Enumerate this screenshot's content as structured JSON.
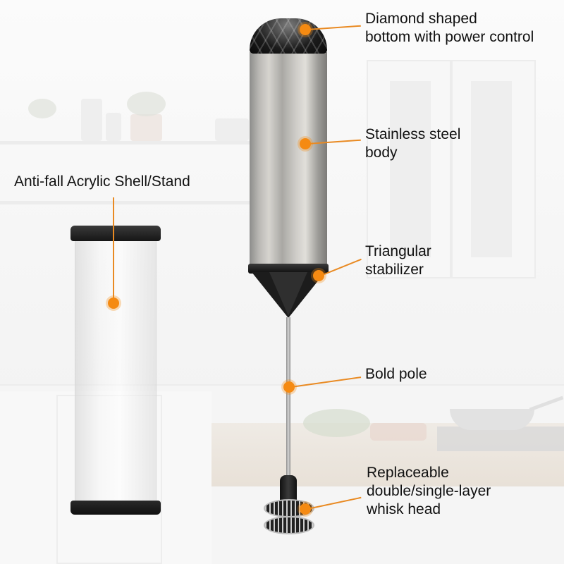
{
  "colors": {
    "accent_orange": "#f58a12",
    "callout_line": "#e98a22",
    "label_text": "#111111",
    "black_parts": "#161616",
    "steel_body": "#c9c7c2"
  },
  "product": "Handheld milk frother with acrylic stand",
  "callouts": [
    {
      "id": "diamond-bottom",
      "label": "Diamond shaped\nbottom with power control"
    },
    {
      "id": "steel-body",
      "label": "Stainless steel\nbody"
    },
    {
      "id": "acrylic-shell",
      "label": "Anti-fall Acrylic Shell/Stand"
    },
    {
      "id": "stabilizer",
      "label": "Triangular\nstabilizer"
    },
    {
      "id": "pole",
      "label": "Bold pole"
    },
    {
      "id": "whisk-head",
      "label": "Replaceable\ndouble/single-layer\nwhisk head"
    }
  ]
}
